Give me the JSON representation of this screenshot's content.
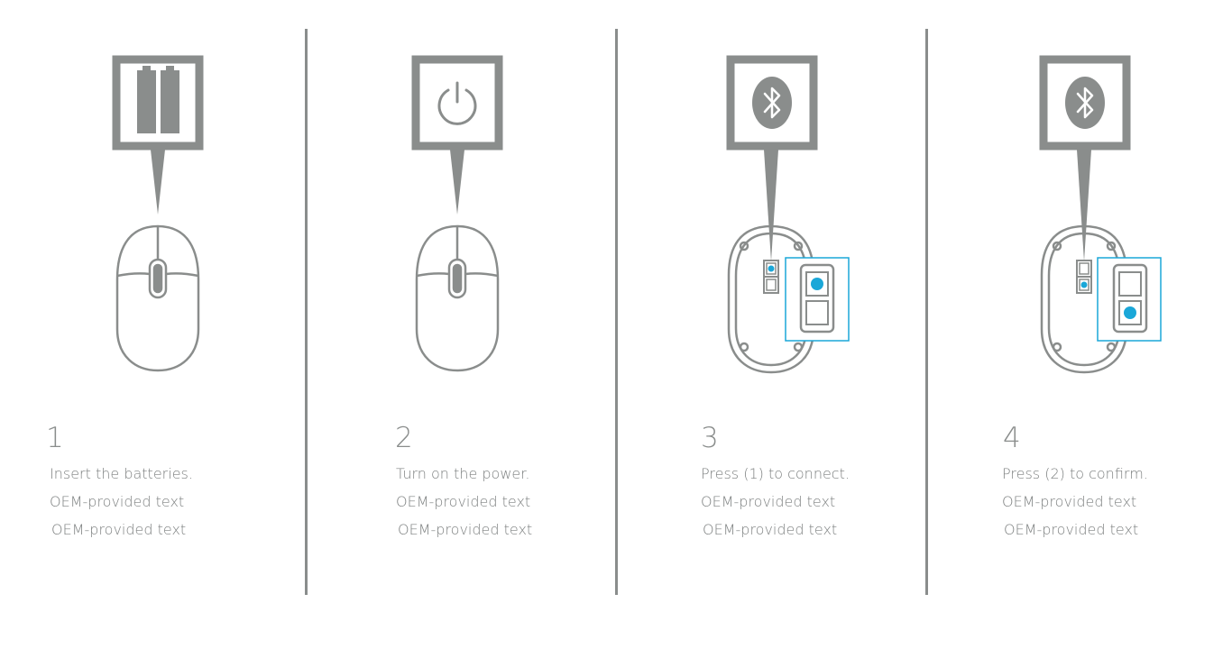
{
  "colors": {
    "gray": "#8a8d8c",
    "accent_blue": "#1aa7d8",
    "white": "#ffffff"
  },
  "steps": [
    {
      "number": "1",
      "lines": [
        "Insert the batteries.",
        "OEM-provided text",
        "OEM-provided text"
      ],
      "icon": "batteries-icon"
    },
    {
      "number": "2",
      "lines": [
        "Turn on the power.",
        "OEM-provided text",
        "OEM-provided text"
      ],
      "icon": "power-icon"
    },
    {
      "number": "3",
      "lines": [
        "Press (1) to connect.",
        "OEM-provided text",
        "OEM-provided text"
      ],
      "icon": "bluetooth-icon"
    },
    {
      "number": "4",
      "lines": [
        "Press (2) to confirm.",
        "OEM-provided text",
        "OEM-provided text"
      ],
      "icon": "bluetooth-icon"
    }
  ]
}
